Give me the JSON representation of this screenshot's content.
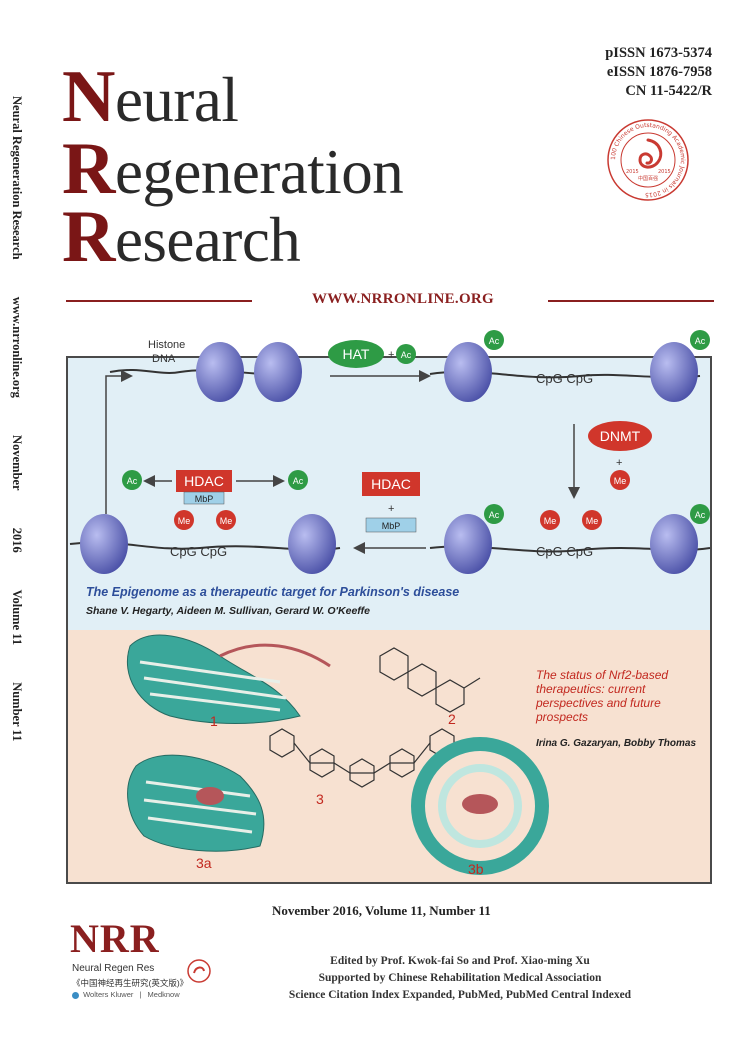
{
  "spine": {
    "title": "Neural Regeneration Research",
    "url": "www.nrronline.org",
    "month": "November",
    "year": "2016",
    "volume": "Volume 11",
    "number": "Number 11"
  },
  "masthead": {
    "line1_cap": "N",
    "line1_rest": "eural",
    "line2_cap": "R",
    "line2_rest": "egeneration",
    "line3_cap": "R",
    "line3_rest": "esearch"
  },
  "issn": {
    "print": "pISSN 1673-5374",
    "electronic": "eISSN 1876-7958",
    "cn": "CN 11-5422/R"
  },
  "seal": {
    "ring_text": "100 Chinese Outstanding Academic Journals in 2015",
    "year_left": "2015",
    "year_right": "2015",
    "mark": "中国百强"
  },
  "website": "WWW.NRRONLINE.ORG",
  "figure_top": {
    "histone_label": "Histone",
    "dna_label": "DNA",
    "hat": "HAT",
    "ac": "Ac",
    "cpg": "CpG CpG",
    "dnmt": "DNMT",
    "me": "Me",
    "hdac": "HDAC",
    "mbp": "MbP",
    "plus": "+",
    "caption": "The Epigenome as a therapeutic target for Parkinson's disease",
    "authors": "Shane V. Hegarty, Aideen M. Sullivan, Gerard W. O'Keeffe"
  },
  "figure_bottom": {
    "label_1": "1",
    "label_2": "2",
    "label_3": "3",
    "label_3a": "3a",
    "label_3b": "3b",
    "caption": "The status of Nrf2-based therapeutics: current perspectives and future prospects",
    "authors": "Irina G. Gazaryan, Bobby Thomas"
  },
  "issue_line": "November 2016, Volume 11, Number 11",
  "logo": {
    "mark": "NRR",
    "abbr": "Neural Regen Res",
    "chinese": "《中国神经再生研究(英文版)》",
    "publisher1": "Wolters Kluwer",
    "publisher2": "Medknow"
  },
  "footer": {
    "editors": "Edited by Prof. Kwok-fai So and Prof. Xiao-ming Xu",
    "support": "Supported by Chinese Rehabilitation Medical Association",
    "indexed": "Science Citation Index Expanded, PubMed, PubMed Central Indexed"
  },
  "colors": {
    "brand_red": "#8a1f1f",
    "histone_blue": "#7a7fd0",
    "green_badge": "#2e9b45",
    "red_badge": "#d0362b",
    "caption_blue": "#2d4e9a",
    "protein_teal": "#3aa79a"
  }
}
